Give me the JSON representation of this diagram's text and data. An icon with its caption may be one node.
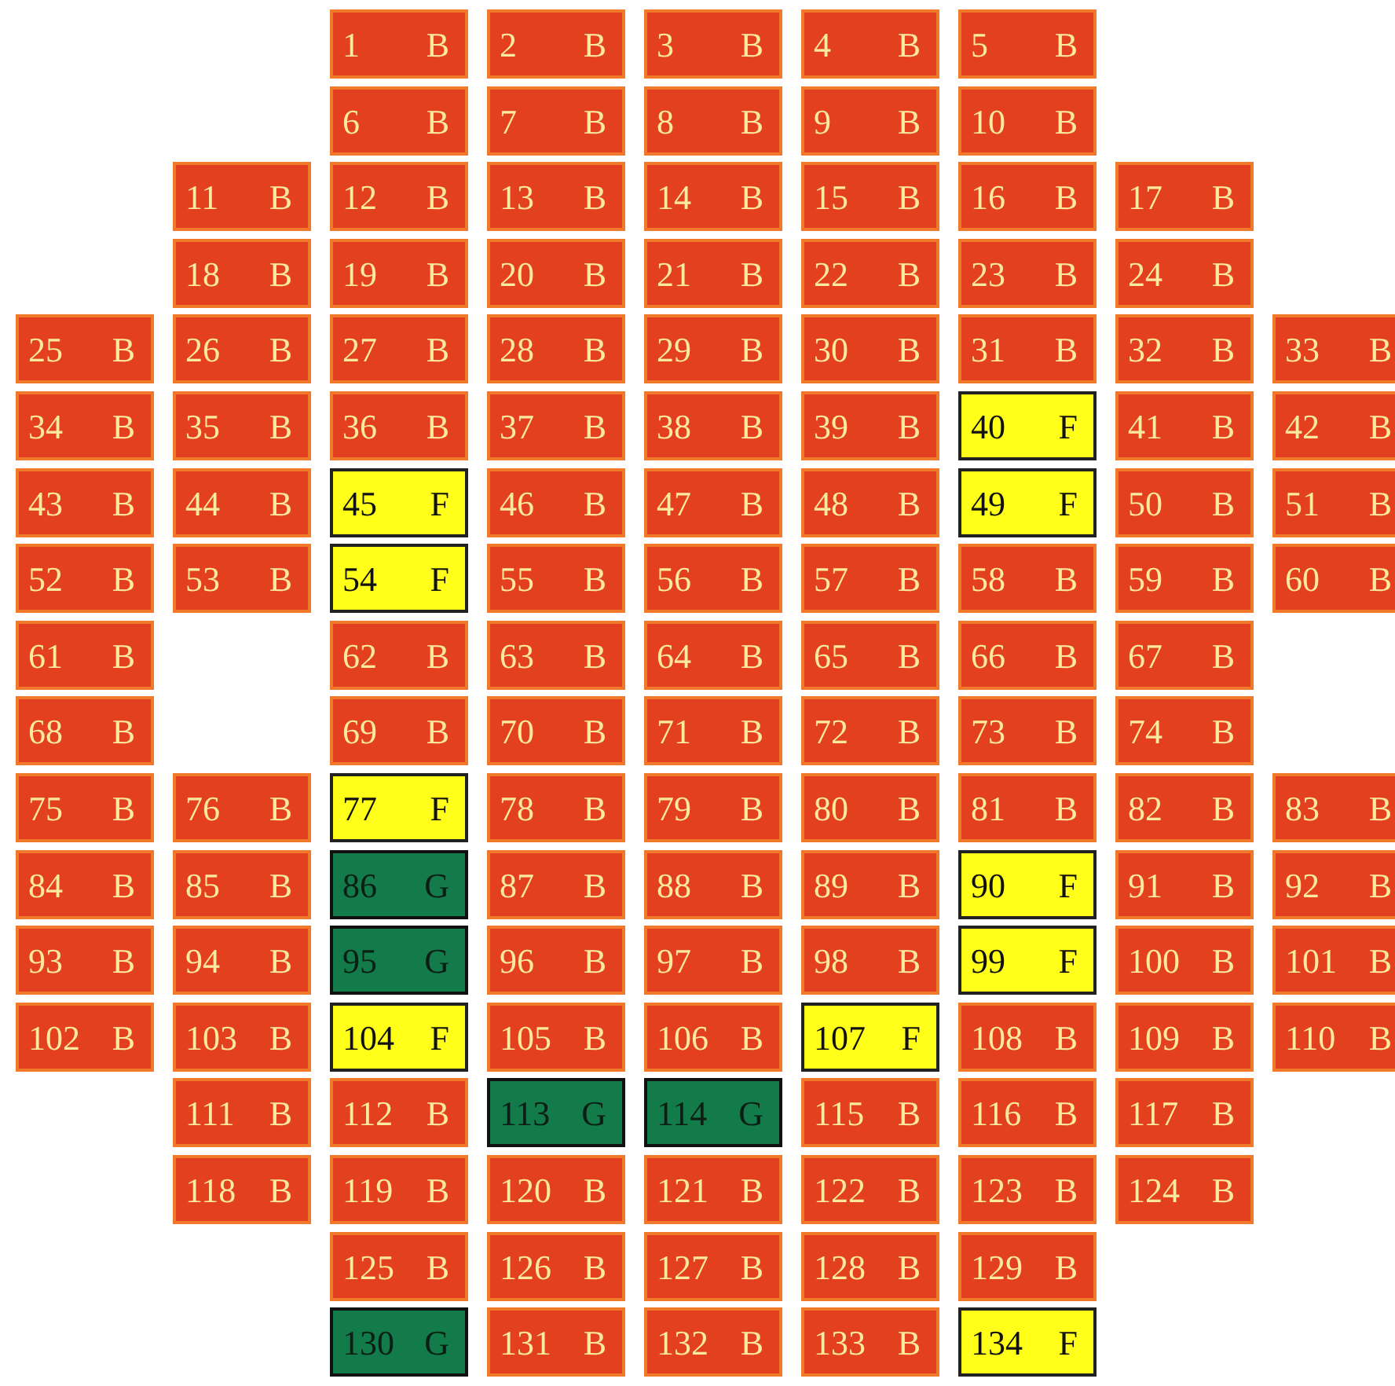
{
  "diagram": {
    "nodes": [
      {
        "text": [
          "1",
          "B"
        ]
      },
      {
        "text": [
          "2",
          "B"
        ]
      },
      {
        "text": [
          "3",
          "B"
        ]
      },
      {
        "text": [
          "4",
          "B"
        ]
      },
      {
        "text": [
          "5",
          "B"
        ]
      },
      {
        "text": [
          "6",
          "B"
        ]
      },
      {
        "text": [
          "7",
          "B"
        ]
      },
      {
        "text": [
          "8",
          "B"
        ]
      },
      {
        "text": [
          "9",
          "B"
        ]
      },
      {
        "text": [
          "10",
          "B"
        ]
      },
      {
        "text": [
          "11",
          "B"
        ]
      },
      {
        "text": [
          "12",
          "B"
        ]
      },
      {
        "text": [
          "13",
          "B"
        ]
      },
      {
        "text": [
          "14",
          "B"
        ]
      },
      {
        "text": [
          "15",
          "B"
        ]
      },
      {
        "text": [
          "16",
          "B"
        ]
      },
      {
        "text": [
          "17",
          "B"
        ]
      },
      {
        "text": [
          "18",
          "B"
        ]
      },
      {
        "text": [
          "19",
          "B"
        ]
      },
      {
        "text": [
          "20",
          "B"
        ]
      },
      {
        "text": [
          "21",
          "B"
        ]
      },
      {
        "text": [
          "22",
          "B"
        ]
      },
      {
        "text": [
          "23",
          "B"
        ]
      },
      {
        "text": [
          "24",
          "B"
        ]
      },
      {
        "text": [
          "25",
          "B"
        ]
      },
      {
        "text": [
          "26",
          "B"
        ]
      },
      {
        "text": [
          "27",
          "B"
        ]
      },
      {
        "text": [
          "28",
          "B"
        ]
      },
      {
        "text": [
          "29",
          "B"
        ]
      },
      {
        "text": [
          "30",
          "B"
        ]
      },
      {
        "text": [
          "31",
          "B"
        ]
      },
      {
        "text": [
          "32",
          "B"
        ]
      },
      {
        "text": [
          "33",
          "B"
        ]
      },
      {
        "text": [
          "34",
          "B"
        ]
      },
      {
        "text": [
          "35",
          "B"
        ]
      },
      {
        "text": [
          "36",
          "B"
        ]
      },
      {
        "text": [
          "37",
          "B"
        ]
      },
      {
        "text": [
          "38",
          "B"
        ]
      },
      {
        "text": [
          "39",
          "B"
        ]
      },
      {
        "text": [
          "40",
          "F"
        ]
      },
      {
        "text": [
          "41",
          "B"
        ]
      },
      {
        "text": [
          "42",
          "B"
        ]
      },
      {
        "text": [
          "43",
          "B"
        ]
      },
      {
        "text": [
          "44",
          "B"
        ]
      },
      {
        "text": [
          "45",
          "F"
        ]
      },
      {
        "text": [
          "46",
          "B"
        ]
      },
      {
        "text": [
          "47",
          "B"
        ]
      },
      {
        "text": [
          "48",
          "B"
        ]
      },
      {
        "text": [
          "49",
          "F"
        ]
      },
      {
        "text": [
          "50",
          "B"
        ]
      },
      {
        "text": [
          "51",
          "B"
        ]
      },
      {
        "text": [
          "52",
          "B"
        ]
      },
      {
        "text": [
          "53",
          "B"
        ]
      },
      {
        "text": [
          "54",
          "F"
        ]
      },
      {
        "text": [
          "55",
          "B"
        ]
      },
      {
        "text": [
          "56",
          "B"
        ]
      },
      {
        "text": [
          "57",
          "B"
        ]
      },
      {
        "text": [
          "58",
          "B"
        ]
      },
      {
        "text": [
          "59",
          "B"
        ]
      },
      {
        "text": [
          "60",
          "B"
        ]
      },
      {
        "text": [
          "61",
          "B"
        ]
      },
      {
        "text": [
          "62",
          "B"
        ]
      },
      {
        "text": [
          "63",
          "B"
        ]
      },
      {
        "text": [
          "64",
          "B"
        ]
      },
      {
        "text": [
          "65",
          "B"
        ]
      },
      {
        "text": [
          "66",
          "B"
        ]
      },
      {
        "text": [
          "67",
          "B"
        ]
      },
      {
        "text": [
          "68",
          "B"
        ]
      },
      {
        "text": [
          "69",
          "B"
        ]
      },
      {
        "text": [
          "70",
          "B"
        ]
      },
      {
        "text": [
          "71",
          "B"
        ]
      },
      {
        "text": [
          "72",
          "B"
        ]
      },
      {
        "text": [
          "73",
          "B"
        ]
      },
      {
        "text": [
          "74",
          "B"
        ]
      },
      {
        "text": [
          "75",
          "B"
        ]
      },
      {
        "text": [
          "76",
          "B"
        ]
      },
      {
        "text": [
          "77",
          "F"
        ]
      },
      {
        "text": [
          "78",
          "B"
        ]
      },
      {
        "text": [
          "79",
          "B"
        ]
      },
      {
        "text": [
          "80",
          "B"
        ]
      },
      {
        "text": [
          "81",
          "B"
        ]
      },
      {
        "text": [
          "82",
          "B"
        ]
      },
      {
        "text": [
          "83",
          "B"
        ]
      },
      {
        "text": [
          "84",
          "B"
        ]
      },
      {
        "text": [
          "85",
          "B"
        ]
      },
      {
        "text": [
          "86",
          "G"
        ]
      },
      {
        "text": [
          "87",
          "B"
        ]
      },
      {
        "text": [
          "88",
          "B"
        ]
      },
      {
        "text": [
          "89",
          "B"
        ]
      },
      {
        "text": [
          "90",
          "F"
        ]
      },
      {
        "text": [
          "91",
          "B"
        ]
      },
      {
        "text": [
          "92",
          "B"
        ]
      },
      {
        "text": [
          "93",
          "B"
        ]
      },
      {
        "text": [
          "94",
          "B"
        ]
      },
      {
        "text": [
          "95",
          "G"
        ]
      },
      {
        "text": [
          "96",
          "B"
        ]
      },
      {
        "text": [
          "97",
          "B"
        ]
      },
      {
        "text": [
          "98",
          "B"
        ]
      },
      {
        "text": [
          "99",
          "F"
        ]
      },
      {
        "text": [
          "100",
          "B"
        ]
      },
      {
        "text": [
          "101",
          "B"
        ]
      },
      {
        "text": [
          "102",
          "B"
        ]
      },
      {
        "text": [
          "103",
          "B"
        ]
      },
      {
        "text": [
          "104",
          "F"
        ]
      },
      {
        "text": [
          "105",
          "B"
        ]
      },
      {
        "text": [
          "106",
          "B"
        ]
      },
      {
        "text": [
          "107",
          "F"
        ]
      },
      {
        "text": [
          "108",
          "B"
        ]
      },
      {
        "text": [
          "109",
          "B"
        ]
      },
      {
        "text": [
          "110",
          "B"
        ]
      },
      {
        "text": [
          "111",
          "B"
        ]
      },
      {
        "text": [
          "112",
          "B"
        ]
      },
      {
        "text": [
          "113",
          "G"
        ]
      },
      {
        "text": [
          "114",
          "G"
        ]
      },
      {
        "text": [
          "115",
          "B"
        ]
      },
      {
        "text": [
          "116",
          "B"
        ]
      },
      {
        "text": [
          "117",
          "B"
        ]
      },
      {
        "text": [
          "118",
          "B"
        ]
      },
      {
        "text": [
          "119",
          "B"
        ]
      },
      {
        "text": [
          "120",
          "B"
        ]
      },
      {
        "text": [
          "121",
          "B"
        ]
      },
      {
        "text": [
          "122",
          "B"
        ]
      },
      {
        "text": [
          "123",
          "B"
        ]
      },
      {
        "text": [
          "124",
          "B"
        ]
      },
      {
        "text": [
          "125",
          "B"
        ]
      },
      {
        "text": [
          "126",
          "B"
        ]
      },
      {
        "text": [
          "127",
          "B"
        ]
      },
      {
        "text": [
          "128",
          "B"
        ]
      },
      {
        "text": [
          "129",
          "B"
        ]
      },
      {
        "text": [
          "130",
          "G"
        ]
      },
      {
        "text": [
          "131",
          "B"
        ]
      },
      {
        "text": [
          "132",
          "B"
        ]
      },
      {
        "text": [
          "133",
          "B"
        ]
      },
      {
        "text": [
          "134",
          "F"
        ]
      }
    ]
  }
}
